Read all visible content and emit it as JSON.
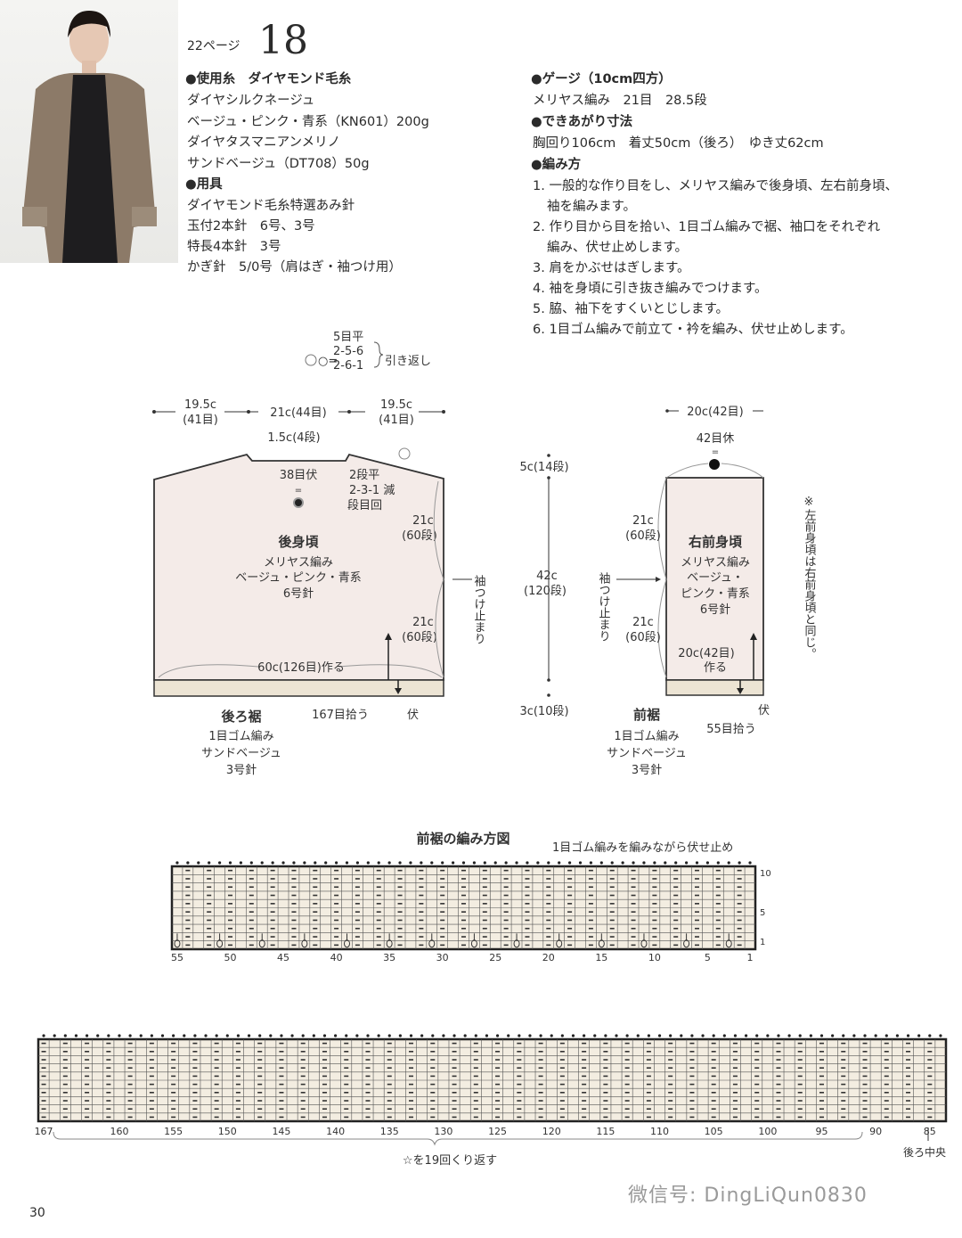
{
  "header": {
    "page_ref": "22ページ",
    "pattern_number": "18"
  },
  "materials": {
    "yarn_heading": "●使用糸　ダイヤモンド毛糸",
    "yarn_lines": [
      "ダイヤシルクネージュ",
      "ベージュ・ピンク・青系（KN601）200g",
      "ダイヤタスマニアンメリノ",
      "サンドベージュ（DT708）50g"
    ],
    "tools_heading": "●用具",
    "tools_lines": [
      "ダイヤモンド毛糸特選あみ針",
      "玉付2本針　6号、3号",
      "特長4本針　3号",
      "かぎ針　5/0号（肩はぎ・袖つけ用）"
    ]
  },
  "specs": {
    "gauge_heading": "●ゲージ（10cm四方）",
    "gauge": "メリヤス編み　21目　28.5段",
    "size_heading": "●できあがり寸法",
    "size": "胸回り106cm　着丈50cm（後ろ）　ゆき丈62cm",
    "method_heading": "●編み方",
    "steps": [
      {
        "line1": "1. 一般的な作り目をし、メリヤス編みで後身頃、左右前身頃、",
        "line2": "袖を編みます。"
      },
      {
        "line1": "2. 作り目から目を拾い、1目ゴム編みで裾、袖口をそれぞれ",
        "line2": "編み、伏せ止めします。"
      },
      {
        "line1": "3. 肩をかぶせはぎします。",
        "line2": ""
      },
      {
        "line1": "4. 袖を身頃に引き抜き編みでつけます。",
        "line2": ""
      },
      {
        "line1": "5. 脇、袖下をすくいとじします。",
        "line2": ""
      },
      {
        "line1": "6. 1目ゴム編みで前立て・衿を編み、伏せ止めします。",
        "line2": ""
      }
    ]
  },
  "legend": {
    "symbol": "○=",
    "lines": [
      "5目平",
      "2-5-6",
      "2-6-1"
    ],
    "label": "引き返し"
  },
  "back_body": {
    "width_left": "19.5c",
    "width_left_sts": "(41目)",
    "width_center": "21c(44目)",
    "width_right": "19.5c",
    "width_right_sts": "(41目)",
    "neck_depth": "1.5c(4段)",
    "neck_bindoff": "38目伏",
    "equals": "=",
    "neck_dec": [
      "2段平",
      "2-3-1 減",
      "段目回"
    ],
    "upper_side": [
      "21c",
      "(60段)"
    ],
    "lower_side": [
      "21c",
      "(60段)"
    ],
    "sleeve_stop": "袖つけ止まり",
    "title": "後身頃",
    "stitch": "メリヤス編み",
    "color": "ベージュ・ピンク・青系",
    "needle": "6号針",
    "cast_on": "60c(126目)作る",
    "hem_title": "後ろ裾",
    "hem_lines": [
      "1目ゴム編み",
      "サンドベージュ",
      "3号針"
    ],
    "pickup": "167目拾う",
    "bindoff": "伏"
  },
  "center_dims": {
    "top": "5c(14段)",
    "mid": [
      "42c",
      "(120段)"
    ],
    "bottom": "3c(10段)"
  },
  "front_body": {
    "width": "20c(42目)",
    "hold": "42目休",
    "equals": "=",
    "upper_side": [
      "21c",
      "(60段)"
    ],
    "lower_side": [
      "21c",
      "(60段)"
    ],
    "sleeve_stop": "袖つけ止まり",
    "title": "右前身頃",
    "lines": [
      "メリヤス編み",
      "ベージュ・",
      "ピンク・青系",
      "6号針"
    ],
    "cast_on": [
      "20c(42目)",
      "作る"
    ],
    "hem_title": "前裾",
    "hem_lines": [
      "1目ゴム編み",
      "サンドベージュ",
      "3号針"
    ],
    "pickup": "55目拾う",
    "bindoff": "伏",
    "note": "※左前身頃は右前身頃と同じ。"
  },
  "front_hem_chart": {
    "title": "前裾の編み方図",
    "note": "1目ゴム編みを編みながら伏せ止め",
    "columns": 55,
    "rows": 10,
    "row_labels": [
      "10",
      "5",
      "1"
    ],
    "col_labels": [
      "55",
      "50",
      "45",
      "40",
      "35",
      "30",
      "25",
      "20",
      "15",
      "10",
      "5",
      "1"
    ]
  },
  "back_hem_chart": {
    "columns": 84,
    "rows": 10,
    "col_labels": [
      "167",
      "160",
      "155",
      "150",
      "145",
      "140",
      "135",
      "130",
      "125",
      "120",
      "115",
      "110",
      "105",
      "100",
      "95",
      "90",
      "85"
    ],
    "repeat_note": "☆を19回くり返す",
    "center_label": "後ろ中央"
  },
  "colors": {
    "body_fill": "#f4ebe8",
    "rib_fill": "#ece4d4",
    "chart_fill": "#f3ede1",
    "outline": "#333333"
  },
  "footer": {
    "page_number": "30",
    "watermark": "微信号: DingLiQun0830"
  }
}
